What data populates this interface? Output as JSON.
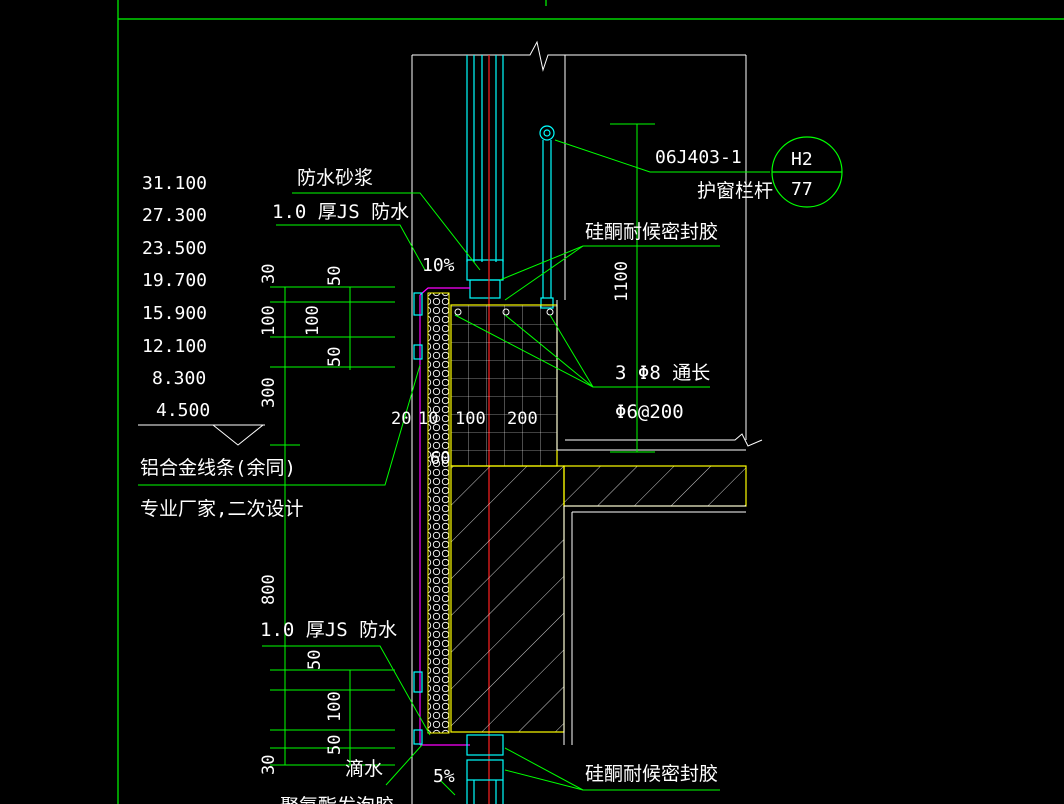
{
  "elevations": [
    "31.100",
    "27.300",
    "23.500",
    "19.700",
    "15.900",
    "12.100",
    "8.300",
    "4.500"
  ],
  "labels": {
    "waterproof_mortar": "防水砂浆",
    "js_waterproof_top": "1.0  厚JS 防水",
    "slope_top": "10%",
    "silicone_top": "硅酮耐候密封胶",
    "ref_code": "06J403-1",
    "railing": "护窗栏杆",
    "detail_no": "H2",
    "sheet_no": "77",
    "rebar_main": "3  Φ8  通长",
    "rebar_stirrup": "Φ6@200",
    "aluminum_strip": "铝合金线条(余同)",
    "vendor_design": "专业厂家,二次设计",
    "js_waterproof_bottom": "1.0  厚JS 防水",
    "drip": "滴水",
    "slope_bottom": "5%",
    "silicone_bottom": "硅酮耐候密封胶",
    "cutoff_bottom": "聚氨酯发泡胶"
  },
  "dims": {
    "left_col": [
      "30",
      "100",
      "300",
      "800",
      "50",
      "100",
      "50",
      "30"
    ],
    "right_col": [
      "50",
      "100",
      "50"
    ],
    "wall": [
      "20",
      "10",
      "100",
      "200",
      "60"
    ],
    "height": "1100"
  }
}
